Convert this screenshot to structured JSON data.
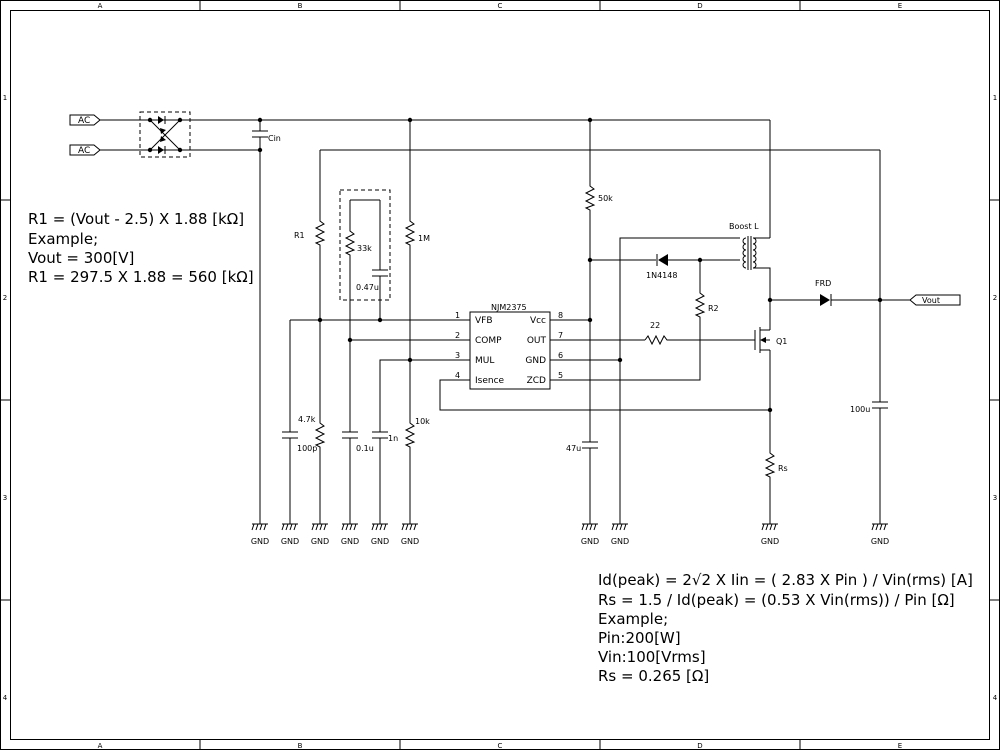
{
  "frame": {
    "columns": [
      "A",
      "B",
      "C",
      "D",
      "E"
    ],
    "rows": [
      "1",
      "2",
      "3",
      "4"
    ]
  },
  "ports": {
    "ac1": "AC",
    "ac2": "AC",
    "vout": "Vout"
  },
  "ic": {
    "name": "NJM2375",
    "pins_left": [
      {
        "num": "1",
        "name": "VFB"
      },
      {
        "num": "2",
        "name": "COMP"
      },
      {
        "num": "3",
        "name": "MUL"
      },
      {
        "num": "4",
        "name": "Isence"
      }
    ],
    "pins_right": [
      {
        "num": "8",
        "name": "Vcc"
      },
      {
        "num": "7",
        "name": "OUT"
      },
      {
        "num": "6",
        "name": "GND"
      },
      {
        "num": "5",
        "name": "ZCD"
      }
    ]
  },
  "components": {
    "cin": "Cin",
    "r1": "R1",
    "r33k": "33k",
    "c047": "0.47u",
    "r1m": "1M",
    "r50k": "50k",
    "boost_l": "Boost L",
    "diode_1n4148": "1N4148",
    "r2": "R2",
    "r22": "22",
    "q1": "Q1",
    "frd": "FRD",
    "c100u": "100u",
    "r47k": "4.7k",
    "c100p": "100p",
    "c01u": "0.1u",
    "c1n": "1n",
    "r10k": "10k",
    "c47u": "47u",
    "rs": "Rs",
    "gnd": "GND"
  },
  "notes": {
    "left": [
      "R1 = (Vout - 2.5) X 1.88 [kΩ]",
      "Example;",
      "Vout = 300[V]",
      "R1 = 297.5 X 1.88 = 560 [kΩ]"
    ],
    "bottom": [
      "Id(peak) = 2√2 X Iin = ( 2.83 X Pin ) / Vin(rms)  [A]",
      "Rs = 1.5 / Id(peak) = (0.53 X Vin(rms)) / Pin [Ω]",
      "Example;",
      "Pin:200[W]",
      "Vin:100[Vrms]",
      "Rs = 0.265 [Ω]"
    ]
  }
}
